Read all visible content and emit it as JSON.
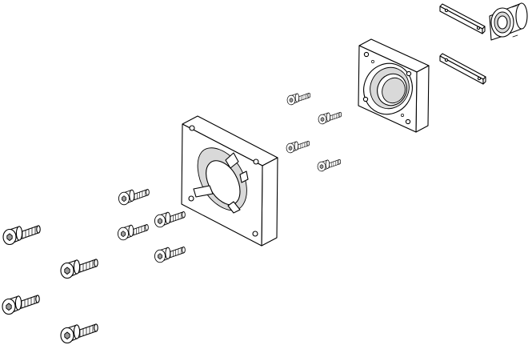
{
  "drawing": {
    "style": "isometric-exploded-line-drawing",
    "line_color": "#000000",
    "background_color": "#ffffff",
    "shade_color": "#d9d9d9",
    "parts": [
      {
        "id": "large-flange-plate",
        "kind": "motor-flange-plate",
        "quantity": 1
      },
      {
        "id": "bearing-housing-block",
        "kind": "flange-with-bearing-seat",
        "quantity": 1
      },
      {
        "id": "coupling-hub",
        "kind": "clamp-coupling-hub",
        "quantity": 1
      },
      {
        "id": "clamp-strip",
        "kind": "flat-strip",
        "quantity": 2
      },
      {
        "id": "long-socket-screw",
        "kind": "socket-head-cap-screw",
        "quantity": 4
      },
      {
        "id": "medium-socket-screw",
        "kind": "socket-head-cap-screw",
        "quantity": 4
      },
      {
        "id": "small-socket-screw",
        "kind": "socket-head-cap-screw",
        "quantity": 4
      }
    ]
  }
}
